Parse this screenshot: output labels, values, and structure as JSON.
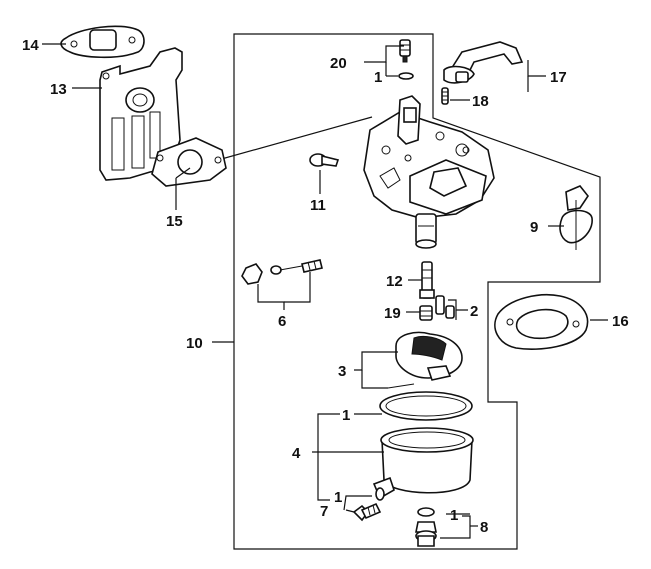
{
  "diagram": {
    "callouts": {
      "c1a": "1",
      "c1b": "1",
      "c1c": "1",
      "c1d": "1",
      "c2": "2",
      "c3": "3",
      "c4": "4",
      "c6": "6",
      "c7": "7",
      "c8": "8",
      "c9": "9",
      "c10": "10",
      "c11": "11",
      "c12": "12",
      "c13": "13",
      "c14": "14",
      "c15": "15",
      "c16": "16",
      "c17": "17",
      "c18": "18",
      "c19": "19",
      "c20": "20"
    }
  }
}
